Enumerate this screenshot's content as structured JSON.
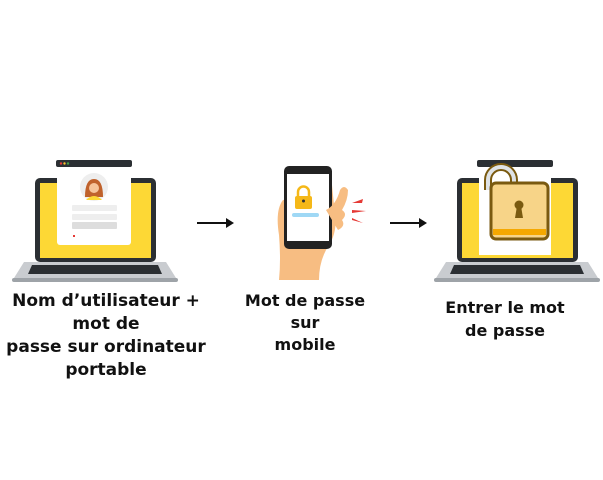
{
  "steps": [
    {
      "label_lines": [
        "Nom d’utilisateur +",
        "mot de",
        "passe sur ordinateur",
        "portable"
      ],
      "icon": "laptop-login-icon"
    },
    {
      "label_lines": [
        "Mot de passe",
        "sur",
        "mobile"
      ],
      "icon": "phone-lock-icon"
    },
    {
      "label_lines": [
        "Entrer le mot",
        "de passe"
      ],
      "icon": "laptop-unlocked-icon"
    }
  ],
  "colors": {
    "yellow": "#fdd835",
    "dark": "#2b2f33",
    "lock": "#f5c242",
    "lock_outline": "#7a5a10",
    "skin": "#f7bd82",
    "alert": "#e53935"
  }
}
